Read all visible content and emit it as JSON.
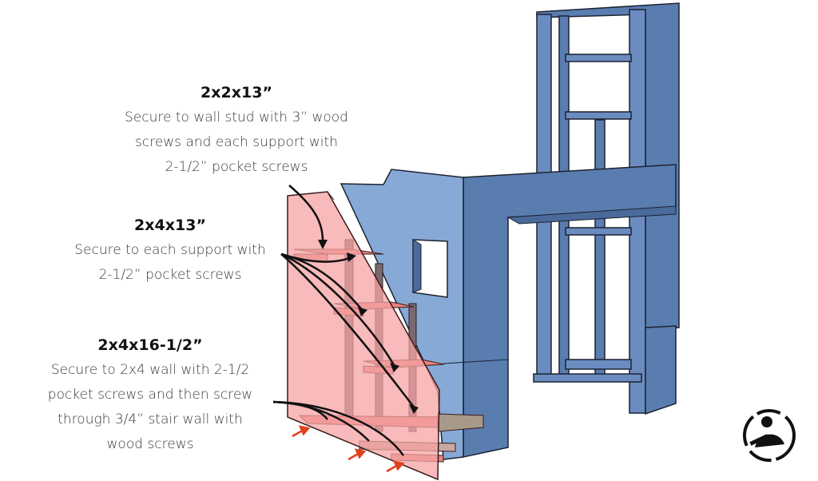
{
  "notes": [
    {
      "heading": "2x2x13”",
      "lines": [
        "Secure to wall stud with 3” wood",
        "screws and each support with",
        "2-1/2” pocket screws"
      ]
    },
    {
      "heading": "2x4x13”",
      "lines": [
        "Secure to each support with",
        "2-1/2” pocket screws"
      ]
    },
    {
      "heading": "2x4x16-1/2”",
      "lines": [
        "Secure to 2x4 wall with 2-1/2",
        "pocket screws and then screw",
        "through 3/4” stair wall with",
        "wood screws"
      ]
    }
  ],
  "colors": {
    "wall_dark": "#5a7db0",
    "wall_light": "#87a9d6",
    "stair_wall": "#f5a3a3",
    "tread": "#e8837f",
    "arrow_red": "#e0401c"
  }
}
